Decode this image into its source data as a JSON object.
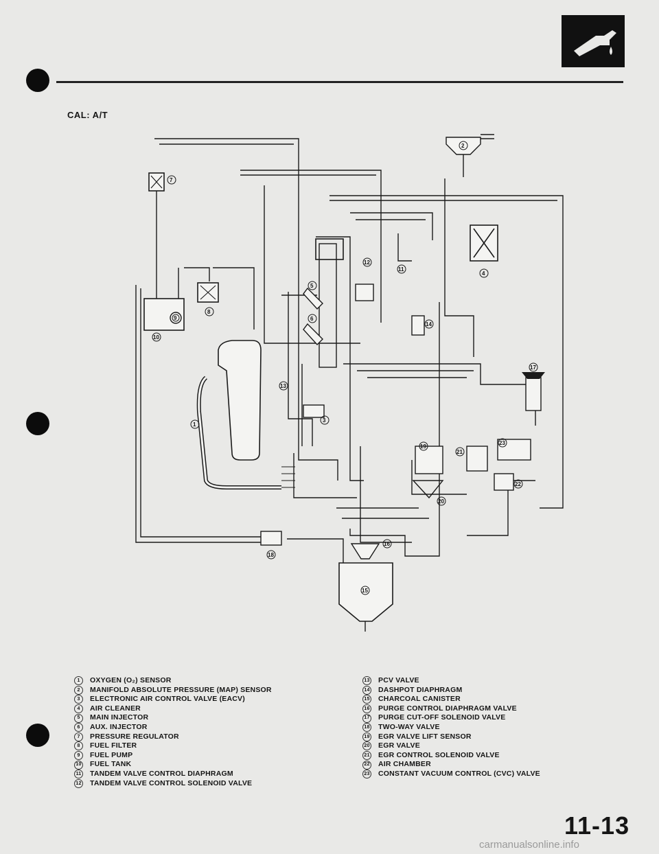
{
  "section_title": "CAL: A/T",
  "page_number": "11-13",
  "watermark": "carmanualsonline.info",
  "legend_left": [
    {
      "num": "1",
      "label": "OXYGEN (O₂) SENSOR"
    },
    {
      "num": "2",
      "label": "MANIFOLD ABSOLUTE PRESSURE (MAP) SENSOR"
    },
    {
      "num": "3",
      "label": "ELECTRONIC AIR CONTROL VALVE (EACV)"
    },
    {
      "num": "4",
      "label": "AIR CLEANER"
    },
    {
      "num": "5",
      "label": "MAIN INJECTOR"
    },
    {
      "num": "6",
      "label": "AUX. INJECTOR"
    },
    {
      "num": "7",
      "label": "PRESSURE REGULATOR"
    },
    {
      "num": "8",
      "label": "FUEL FILTER"
    },
    {
      "num": "9",
      "label": "FUEL PUMP"
    },
    {
      "num": "10",
      "label": "FUEL TANK"
    },
    {
      "num": "11",
      "label": "TANDEM VALVE CONTROL DIAPHRAGM"
    },
    {
      "num": "12",
      "label": "TANDEM VALVE CONTROL SOLENOID VALVE"
    }
  ],
  "legend_right": [
    {
      "num": "13",
      "label": "PCV VALVE"
    },
    {
      "num": "14",
      "label": "DASHPOT DIAPHRAGM"
    },
    {
      "num": "15",
      "label": "CHARCOAL CANISTER"
    },
    {
      "num": "16",
      "label": "PURGE CONTROL DIAPHRAGM VALVE"
    },
    {
      "num": "17",
      "label": "PURGE CUT-OFF SOLENOID VALVE"
    },
    {
      "num": "18",
      "label": "TWO-WAY VALVE"
    },
    {
      "num": "19",
      "label": "EGR VALVE LIFT SENSOR"
    },
    {
      "num": "20",
      "label": "EGR VALVE"
    },
    {
      "num": "21",
      "label": "EGR CONTROL SOLENOID VALVE"
    },
    {
      "num": "22",
      "label": "AIR CHAMBER"
    },
    {
      "num": "23",
      "label": "CONSTANT VACUUM CONTROL (CVC) VALVE"
    }
  ],
  "callouts": {
    "c1": "1",
    "c2": "2",
    "c3": "3",
    "c4": "4",
    "c5": "5",
    "c6": "6",
    "c7": "7",
    "c8": "8",
    "c9": "9",
    "c10": "10",
    "c11": "11",
    "c12": "12",
    "c13": "13",
    "c14": "14",
    "c15": "15",
    "c16": "16",
    "c17": "17",
    "c18": "18",
    "c19": "19",
    "c20": "20",
    "c21": "21",
    "c22": "22",
    "c23": "23"
  },
  "colors": {
    "ink": "#151515",
    "paper": "#e9e9e7"
  },
  "icons": {
    "header_icon": "fuel-nozzle-icon"
  }
}
